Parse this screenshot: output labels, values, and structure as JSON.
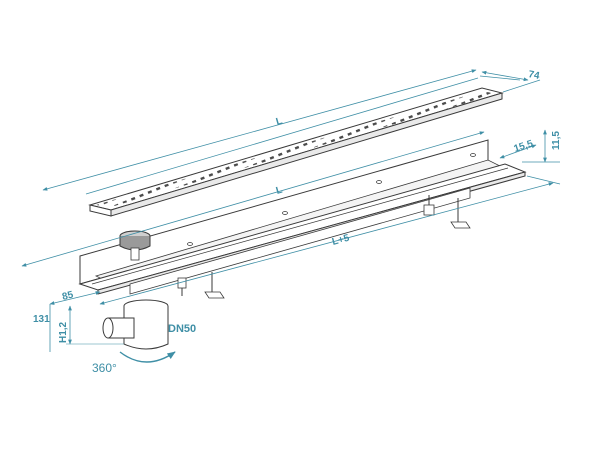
{
  "colors": {
    "outline": "#3a3a3a",
    "dimension": "#3f8fa6",
    "hole": "#4a4a4a",
    "fill": "#ffffff",
    "shade": "#e9e9e9"
  },
  "dimensions": {
    "grate_length": "L",
    "grate_width": "74",
    "channel_length": "L",
    "frame_length": "L+5",
    "flange_width": "15,5",
    "flange_height": "11,5",
    "channel_width": "85",
    "siphon_height": "131",
    "outlet_height": "H1,2"
  },
  "labels": {
    "outlet": "DN50",
    "rotation": "360°"
  }
}
